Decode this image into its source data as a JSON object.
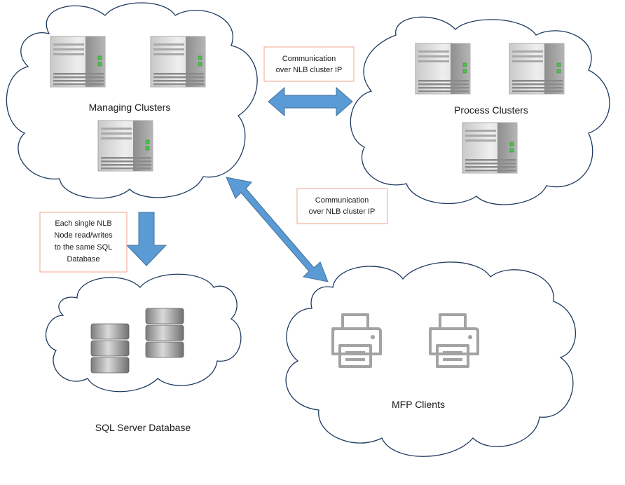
{
  "clouds": {
    "managing": {
      "label": "Managing Clusters"
    },
    "process": {
      "label": "Process Clusters"
    },
    "sql": {
      "label": "SQL Server Database"
    },
    "mfp": {
      "label": "MFP Clients"
    }
  },
  "notes": {
    "top": {
      "lines": [
        "Communication",
        "over NLB cluster IP"
      ]
    },
    "middle": {
      "lines": [
        "Communication",
        "over NLB cluster IP"
      ]
    },
    "left": {
      "lines": [
        "Each single NLB",
        "Node read/writes",
        "to the same SQL",
        "Database"
      ]
    }
  },
  "icons": {
    "server": "server-tower-icon",
    "database": "database-stack-icon",
    "printer": "printer-icon"
  },
  "colors": {
    "arrow_fill": "#5b9bd5",
    "arrow_stroke": "#41719c",
    "note_border": "#f0a58a",
    "cloud_outline": "#1e3a5f",
    "server_led": "#4cc34c"
  }
}
